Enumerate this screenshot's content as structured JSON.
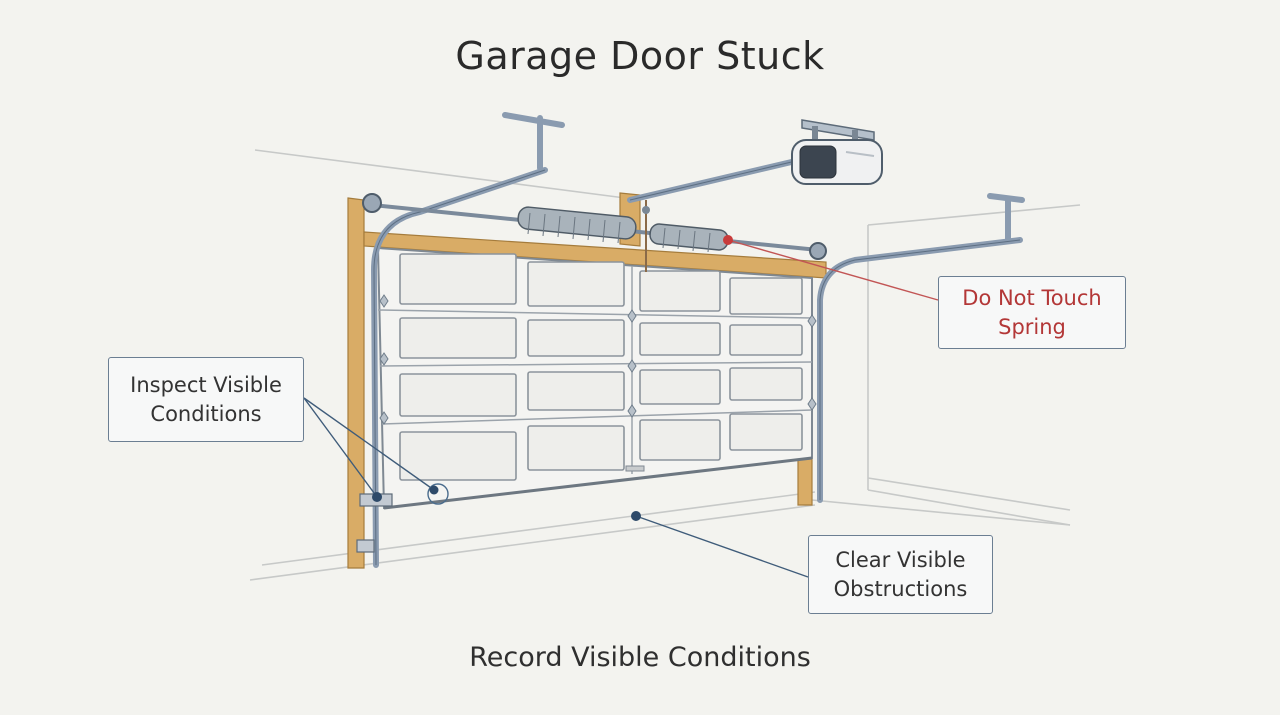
{
  "title": "Garage Door Stuck",
  "footer": "Record Visible Conditions",
  "callouts": {
    "inspect": {
      "line1": "Inspect Visible",
      "line2": "Conditions"
    },
    "spring": {
      "line1": "Do Not Touch",
      "line2": "Spring"
    },
    "clear": {
      "line1": "Clear Visible",
      "line2": "Obstructions"
    }
  },
  "colors": {
    "background": "#f3f3ef",
    "warning": "#b33737",
    "leader": "#3f5c7a",
    "track": "#8a9bb0",
    "wood": "#d6a760"
  }
}
